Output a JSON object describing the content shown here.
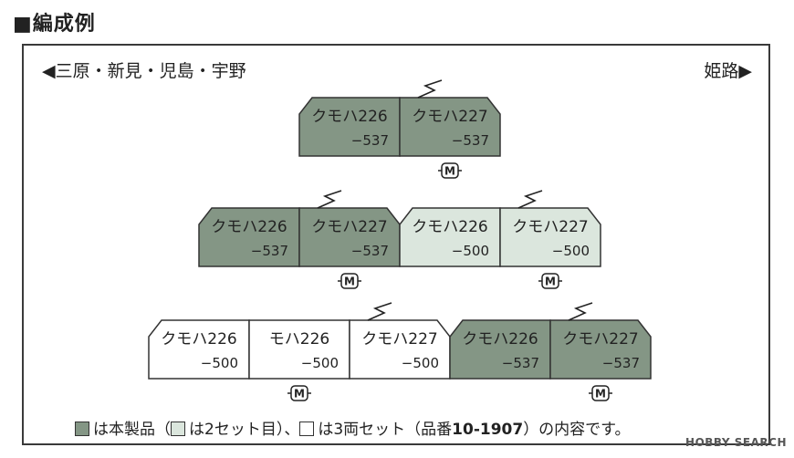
{
  "title": "■編成例",
  "direction": {
    "left": "◀三原・新見・児島・宇野",
    "right": "姫路▶"
  },
  "formations": [
    {
      "cars": [
        {
          "name": "クモハ226",
          "number": "−537",
          "shade": "dark",
          "nose": "left",
          "motor": false,
          "pantograph": false
        },
        {
          "name": "クモハ227",
          "number": "−537",
          "shade": "dark",
          "nose": "right",
          "motor": true,
          "pantograph": true
        }
      ]
    },
    {
      "cars": [
        {
          "name": "クモハ226",
          "number": "−537",
          "shade": "dark",
          "nose": "left",
          "motor": false,
          "pantograph": false
        },
        {
          "name": "クモハ227",
          "number": "−537",
          "shade": "dark",
          "nose": "right",
          "motor": true,
          "pantograph": true
        },
        {
          "name": "クモハ226",
          "number": "−500",
          "shade": "light",
          "nose": "left",
          "motor": false,
          "pantograph": false
        },
        {
          "name": "クモハ227",
          "number": "−500",
          "shade": "light",
          "nose": "right",
          "motor": true,
          "pantograph": true
        }
      ]
    },
    {
      "cars": [
        {
          "name": "クモハ226",
          "number": "−500",
          "shade": "white",
          "nose": "left",
          "motor": false,
          "pantograph": false
        },
        {
          "name": "モハ226",
          "number": "−500",
          "shade": "white",
          "nose": "none",
          "motor": true,
          "pantograph": false
        },
        {
          "name": "クモハ227",
          "number": "−500",
          "shade": "white",
          "nose": "right",
          "motor": false,
          "pantograph": true
        },
        {
          "name": "クモハ226",
          "number": "−537",
          "shade": "dark",
          "nose": "left",
          "motor": false,
          "pantograph": false
        },
        {
          "name": "クモハ227",
          "number": "−537",
          "shade": "dark",
          "nose": "right",
          "motor": true,
          "pantograph": true
        }
      ]
    }
  ],
  "motor_label": "M",
  "legend": {
    "part1": "は本製品（",
    "part2": "は2セット目）、",
    "part3": "は3両セット（品番",
    "product_code": "10-1907",
    "part4": "）の内容です。"
  },
  "watermark": "HOBBY SEARCH",
  "colors": {
    "dark": "#849685",
    "light": "#dbe6dd",
    "white": "#ffffff",
    "outline": "#333333"
  }
}
